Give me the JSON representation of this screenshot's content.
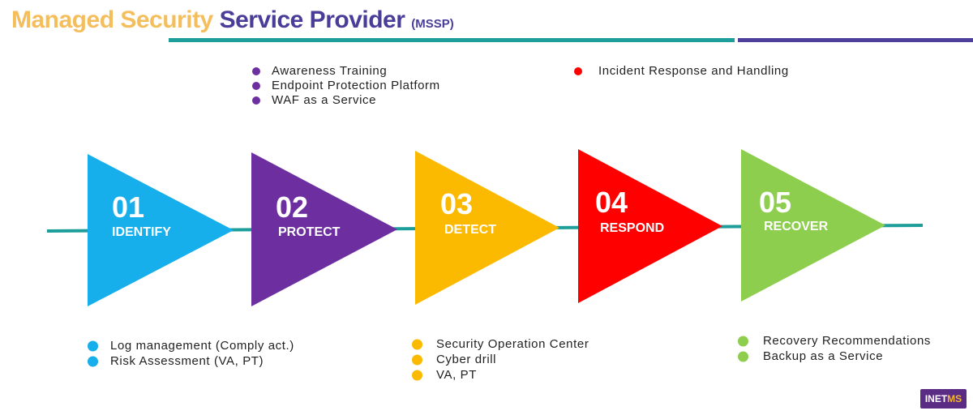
{
  "title": {
    "part1": "Managed Security",
    "part2": "Service Provider",
    "part3": "(MSSP)"
  },
  "colors": {
    "title_orange": "#F5BE5C",
    "title_purple": "#4A3D9A",
    "connector": "#1E9E9A"
  },
  "steps": [
    {
      "number": "01",
      "label": "IDENTIFY",
      "color": "#16AEEB"
    },
    {
      "number": "02",
      "label": "PROTECT",
      "color": "#6D2FA0"
    },
    {
      "number": "03",
      "label": "DETECT",
      "color": "#FBB900"
    },
    {
      "number": "04",
      "label": "RESPOND",
      "color": "#FE0000"
    },
    {
      "number": "05",
      "label": "RECOVER",
      "color": "#8ECE4E"
    }
  ],
  "lists": {
    "protect": {
      "color": "#6D2FA0",
      "items": [
        "Awareness Training",
        "Endpoint Protection Platform",
        "WAF as a Service"
      ]
    },
    "respond": {
      "color": "#FE0000",
      "items": [
        "Incident Response and Handling"
      ]
    },
    "identify": {
      "color": "#16AEEB",
      "items": [
        "Log management (Comply act.)",
        "Risk Assessment (VA, PT)"
      ]
    },
    "detect": {
      "color": "#FBB900",
      "items": [
        "Security Operation Center",
        "Cyber drill",
        "VA, PT"
      ]
    },
    "recover": {
      "color": "#8ECE4E",
      "items": [
        "Recovery Recommendations",
        "Backup as a Service"
      ]
    }
  },
  "logo": {
    "text_main": "INET",
    "text_accent": "MS"
  }
}
